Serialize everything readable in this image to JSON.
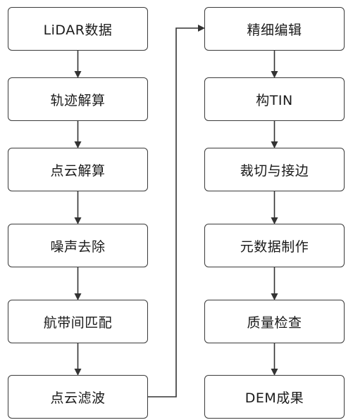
{
  "diagram": {
    "left_column": [
      "LiDAR数据",
      "轨迹解算",
      "点云解算",
      "噪声去除",
      "航带间匹配",
      "点云滤波"
    ],
    "right_column": [
      "精细编辑",
      "构TIN",
      "裁切与接边",
      "元数据制作",
      "质量检查",
      "DEM成果"
    ]
  }
}
